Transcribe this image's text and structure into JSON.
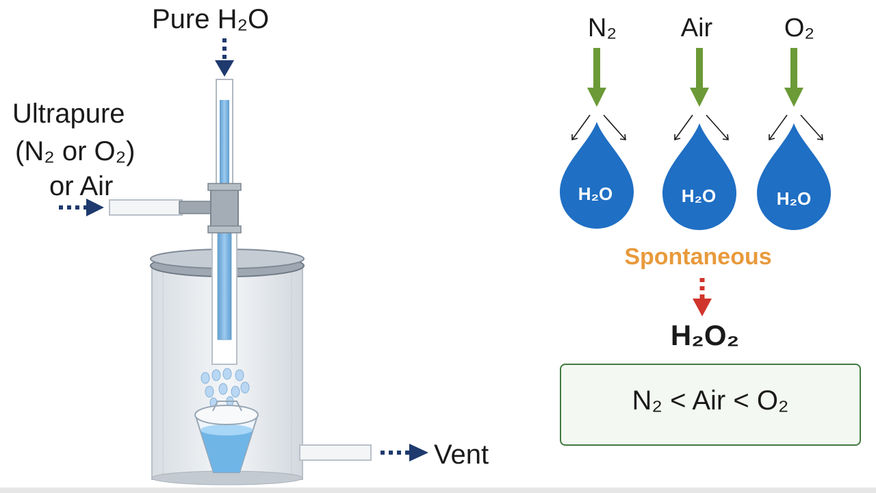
{
  "left": {
    "feed_label": "Pure H₂O",
    "gas_label_line1": "Ultrapure",
    "gas_label_line2": "(N₂ or O₂)",
    "gas_label_line3": "or Air",
    "vent_label": "Vent"
  },
  "right": {
    "gases": [
      "N₂",
      "Air",
      "O₂"
    ],
    "droplet_label": "H₂O",
    "process_label": "Spontaneous",
    "product_label": "H₂O₂",
    "order_label": "N₂ < Air < O₂"
  },
  "colors": {
    "gas_arrow": "#6b9a37",
    "droplet": "#1f6fc4",
    "feed_arrow": "#1e3a6e",
    "process_text": "#e89a3c",
    "product_arrow": "#d0342c",
    "order_box_border": "#3f7a3f"
  }
}
